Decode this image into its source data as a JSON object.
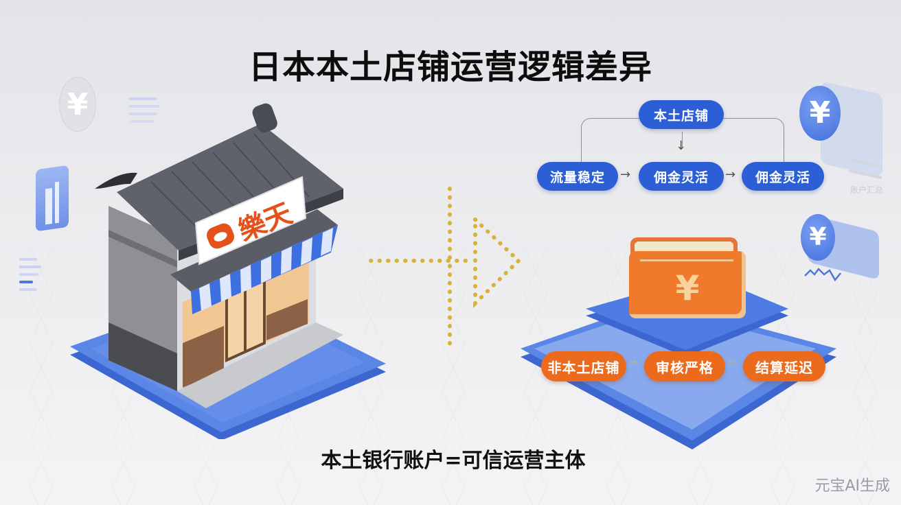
{
  "title": "日本本土店铺运营逻辑差异",
  "subtitle": "本土银行账户=可信运营主体",
  "watermark": "元宝AI生成",
  "shop": {
    "sign_text": "樂天",
    "logo_icon": "rakuten-logo-icon"
  },
  "local_flow": {
    "root": "本土店铺",
    "nodes": [
      "流量稳定",
      "佣金灵活",
      "佣金灵活"
    ],
    "arrow": "→",
    "down_arrow": "↓"
  },
  "nonlocal_flow": {
    "nodes": [
      "非本土店铺",
      "审核严格",
      "结算延迟"
    ],
    "arrow": "→"
  },
  "wallet": {
    "symbol": "¥"
  },
  "decor": {
    "yen": "¥",
    "faded_label": "账户汇总"
  },
  "colors": {
    "blue_pill": "#2c5ed6",
    "orange_pill": "#ec6a1c",
    "platform_blue": "#4c78dc",
    "arrow_gold": "#d9b23a",
    "rakuten_red": "#e4511a"
  }
}
